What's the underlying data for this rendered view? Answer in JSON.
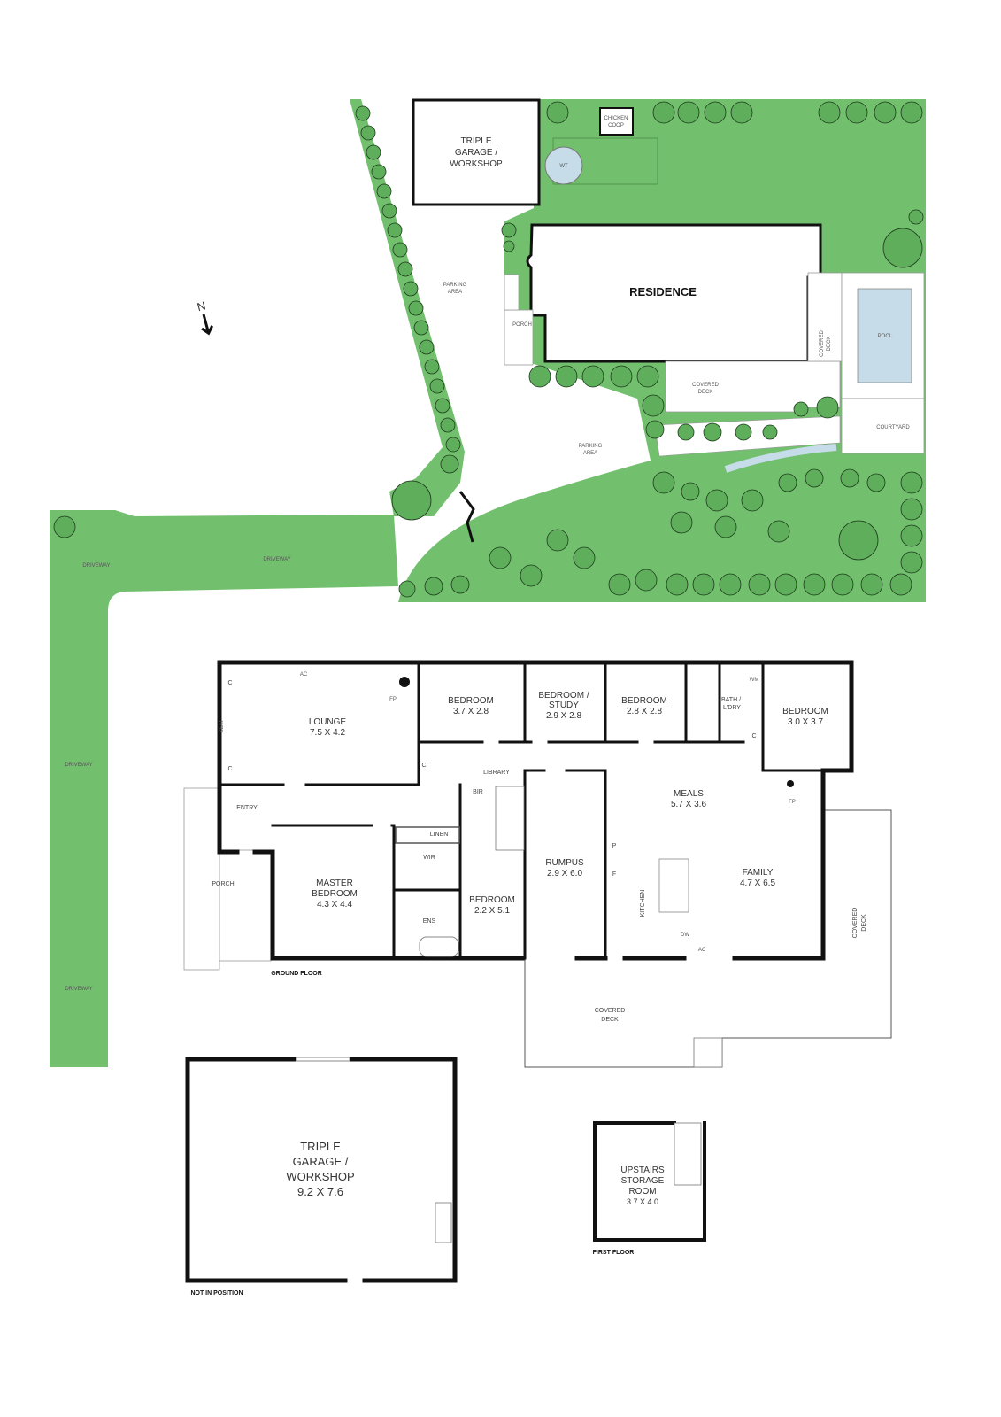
{
  "colors": {
    "lawn": "#72c06e",
    "tree_fill": "#5fae5c",
    "water": "#c6dce8",
    "wall": "#111111"
  },
  "site_plan": {
    "north": "N",
    "garage": [
      "TRIPLE",
      "GARAGE /",
      "WORKSHOP"
    ],
    "chicken_coop": [
      "CHICKEN",
      "COOP"
    ],
    "water_tank": "WT",
    "residence": "RESIDENCE",
    "porch": "PORCH",
    "parking_area_1": [
      "PARKING",
      "AREA"
    ],
    "parking_area_2": [
      "PARKING",
      "AREA"
    ],
    "covered_deck_side": [
      "COVERED",
      "DECK"
    ],
    "covered_deck_rear": [
      "COVERED",
      "DECK"
    ],
    "pool": "POOL",
    "courtyard": "COURTYARD",
    "driveway_top_left": "DRIVEWAY",
    "driveway_top": "DRIVEWAY",
    "driveway_mid": "DRIVEWAY",
    "driveway_low": "DRIVEWAY"
  },
  "ground_floor": {
    "title": "GROUND FLOOR",
    "rooms": {
      "lounge": {
        "name": "LOUNGE",
        "size": "7.5 X 4.2"
      },
      "bedroom_1": {
        "name": "BEDROOM",
        "size": "3.7 X 2.8"
      },
      "bedroom_study": {
        "name": "BEDROOM /",
        "name2": "STUDY",
        "size": "2.9 X 2.8"
      },
      "bedroom_2": {
        "name": "BEDROOM",
        "size": "2.8 X 2.8"
      },
      "bath_laundry": {
        "name": "BATH /",
        "name2": "L'DRY"
      },
      "bedroom_3": {
        "name": "BEDROOM",
        "size": "3.0 X 3.7"
      },
      "meals": {
        "name": "MEALS",
        "size": "5.7 X 3.6"
      },
      "family": {
        "name": "FAMILY",
        "size": "4.7 X 6.5"
      },
      "rumpus": {
        "name": "RUMPUS",
        "size": "2.9 X 6.0"
      },
      "bedroom_4": {
        "name": "BEDROOM",
        "size": "2.2 X 5.1"
      },
      "master": {
        "name": "MASTER",
        "name2": "BEDROOM",
        "size": "4.3 X 4.4"
      },
      "kitchen": {
        "name": "KITCHEN"
      },
      "covered_deck_side": {
        "name": "COVERED",
        "name2": "DECK"
      },
      "covered_deck_rear": {
        "name": "COVERED",
        "name2": "DECK"
      }
    },
    "fixtures": {
      "ac1": "AC",
      "fp1": "FP",
      "c1": "C",
      "c2": "C",
      "c3": "C",
      "c4": "C",
      "seat": "SEAT",
      "entry": "ENTRY",
      "porch": "PORCH",
      "library": "LIBRARY",
      "bir": "BIR",
      "linen": "LINEN",
      "wir": "WIR",
      "ens": "ENS",
      "wm": "WM",
      "fp2": "FP",
      "p": "P",
      "f": "F",
      "dw": "DW",
      "ac2": "AC"
    }
  },
  "garage_plan": {
    "name": [
      "TRIPLE",
      "GARAGE /",
      "WORKSHOP"
    ],
    "size": "9.2 X 7.6",
    "note": "NOT IN POSITION"
  },
  "first_floor": {
    "title": "FIRST FLOOR",
    "name": [
      "UPSTAIRS",
      "STORAGE",
      "ROOM"
    ],
    "size": "3.7 X 4.0"
  }
}
